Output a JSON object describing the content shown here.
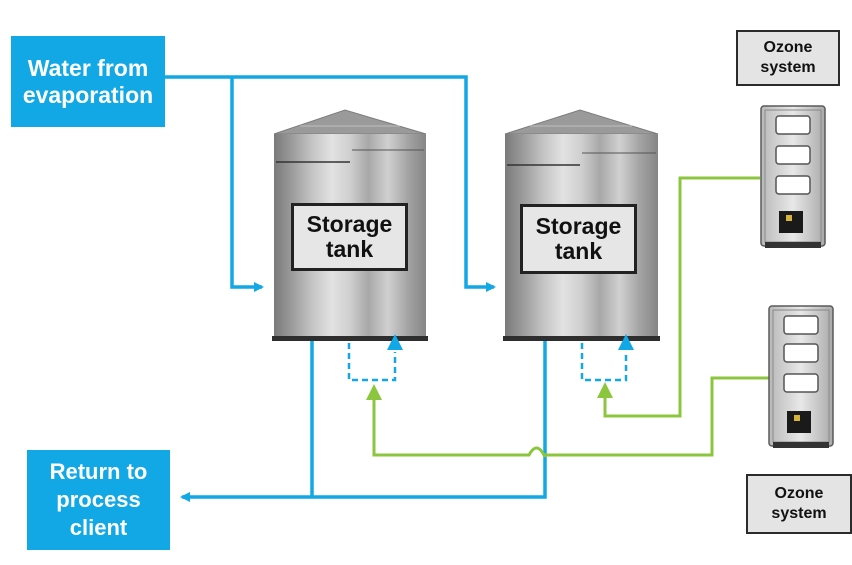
{
  "source_box": {
    "line1": "Water from",
    "line2": "evaporation"
  },
  "return_box": {
    "line1": "Return to",
    "line2": "process",
    "line3": "client"
  },
  "tanks": [
    {
      "line1": "Storage",
      "line2": "tank"
    },
    {
      "line1": "Storage",
      "line2": "tank"
    }
  ],
  "ozone_systems": [
    {
      "line1": "Ozone",
      "line2": "system"
    },
    {
      "line1": "Ozone",
      "line2": "system"
    }
  ],
  "colors": {
    "water_line": "#12a8e6",
    "ozone_line": "#8cc63f",
    "label_fill": "#12a8e6"
  }
}
